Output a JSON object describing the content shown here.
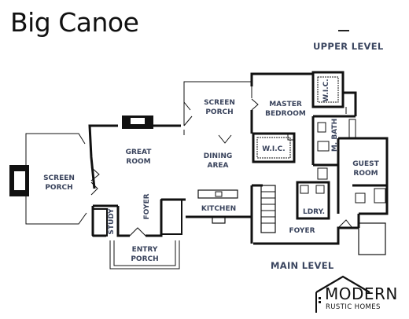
{
  "title": "Big Canoe",
  "upper_level_label": "UPPER LEVEL",
  "main_level_label": "MAIN LEVEL",
  "rooms": {
    "screen_porch_left": [
      "SCREEN",
      "PORCH"
    ],
    "great_room": [
      "GREAT",
      "ROOM"
    ],
    "screen_porch_upper": [
      "SCREEN",
      "PORCH"
    ],
    "master_bedroom": [
      "MASTER",
      "BEDROOM"
    ],
    "wic_upper": "W.I.C.",
    "wic_master": "W.I.C.",
    "m_bath": "M. BATH",
    "dining_area": [
      "DINING",
      "AREA"
    ],
    "guest_room": [
      "GUEST",
      "ROOM"
    ],
    "kitchen": "KITCHEN",
    "study": "STUDY",
    "foyer_left": "FOYER",
    "ldry": "LDRY.",
    "foyer_right": "FOYER",
    "entry_porch": [
      "ENTRY",
      "PORCH"
    ]
  },
  "logo": {
    "line1": "MODERN",
    "line2": "RUSTIC HOMES",
    "icon": "house-roof-icon"
  },
  "colors": {
    "wall": "#111111",
    "room_label": "#39435c"
  }
}
